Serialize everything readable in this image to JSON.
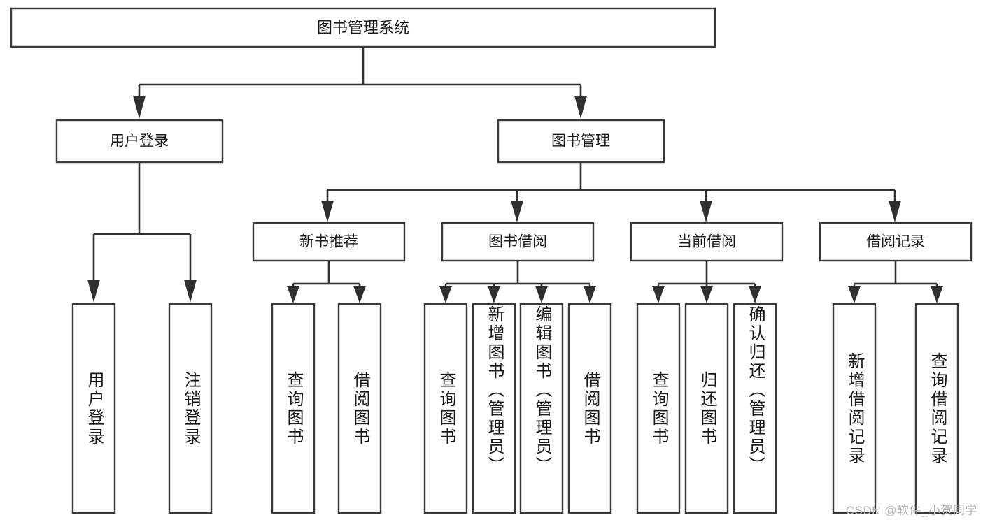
{
  "diagram": {
    "title": "图书管理系统",
    "watermark": "CSDN @软件_小贺同学",
    "colors": {
      "box_stroke": "#3a3a3a",
      "connector": "#2f2f2f",
      "text": "#1a1a1a",
      "background": "#ffffff",
      "watermark": "#b8b8b8"
    },
    "root": {
      "label": "图书管理系统"
    },
    "level2": [
      {
        "label": "用户登录"
      },
      {
        "label": "图书管理"
      }
    ],
    "level3": [
      {
        "label": "新书推荐"
      },
      {
        "label": "图书借阅"
      },
      {
        "label": "当前借阅"
      },
      {
        "label": "借阅记录"
      }
    ],
    "leaves": {
      "user_login": [
        {
          "label": "用户登录"
        },
        {
          "label": "注销登录"
        }
      ],
      "new_book_recommend": [
        {
          "label": "查询图书"
        },
        {
          "label": "借阅图书"
        }
      ],
      "book_borrow": [
        {
          "label": "查询图书"
        },
        {
          "label": "新增图书（管理员）"
        },
        {
          "label": "编辑图书（管理员）"
        },
        {
          "label": "借阅图书"
        }
      ],
      "current_borrow": [
        {
          "label": "查询图书"
        },
        {
          "label": "归还图书"
        },
        {
          "label": "确认归还（管理员）"
        }
      ],
      "borrow_record": [
        {
          "label": "新增借阅记录"
        },
        {
          "label": "查询借阅记录"
        }
      ]
    }
  }
}
